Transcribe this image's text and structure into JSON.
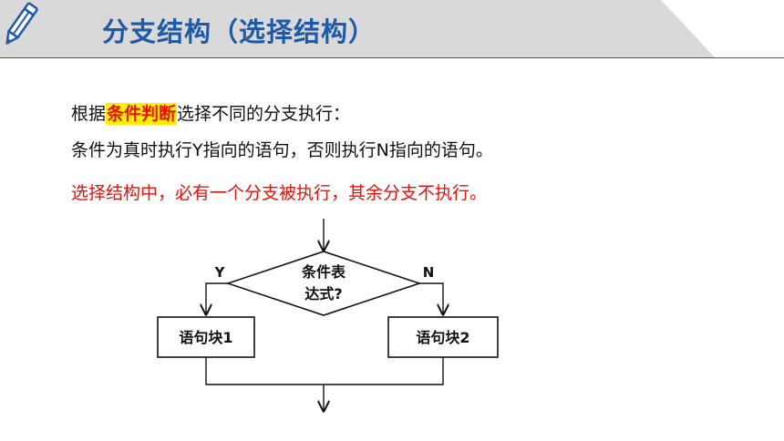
{
  "header": {
    "title": "分支结构（选择结构）",
    "icon": "pencil-icon",
    "accent_color": "#1f5aa8",
    "band_color": "#d9d9d9"
  },
  "body": {
    "line1_pre": "根据",
    "line1_highlight": "条件判断",
    "line1_post": "选择不同的分支执行：",
    "line2": "条件为真时执行Y指向的语句，否则执行N指向的语句。",
    "line3": "选择结构中，必有一个分支被执行，其余分支不执行。",
    "highlight_color": "#ffee00",
    "emphasis_color": "#e3120b"
  },
  "flowchart": {
    "condition_line1": "条件表",
    "condition_line2": "达式?",
    "yes_label": "Y",
    "no_label": "N",
    "block1": "语句块1",
    "block2": "语句块2"
  }
}
